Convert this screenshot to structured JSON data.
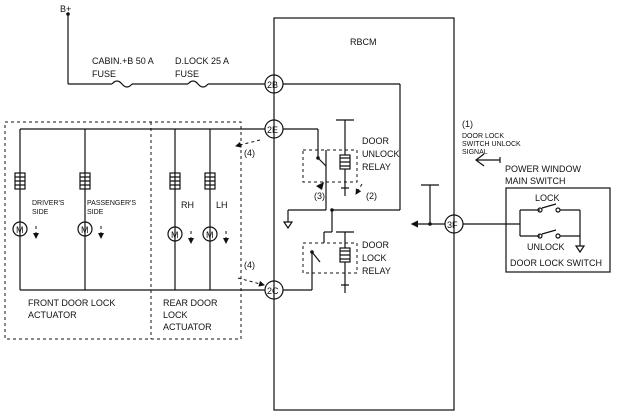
{
  "supply": {
    "label": "B+"
  },
  "ecu": {
    "label": "RBCM"
  },
  "fuses": [
    {
      "name": "CABIN.+B 50 A",
      "unit": "FUSE"
    },
    {
      "name": "D.LOCK 25 A",
      "unit": "FUSE"
    }
  ],
  "connectors": [
    "2B",
    "2E",
    "2C",
    "3F"
  ],
  "relays": {
    "unlock": [
      "DOOR",
      "UNLOCK",
      "RELAY"
    ],
    "lock": [
      "DOOR",
      "LOCK",
      "RELAY"
    ]
  },
  "step_numbers": [
    "(1)",
    "(2)",
    "(3)",
    "(4)",
    "(4)"
  ],
  "signal_text": [
    "DOOR LOCK",
    "SWITCH UNLOCK",
    "SIGNAL"
  ],
  "power_window": [
    "POWER WINDOW",
    "MAIN SWITCH"
  ],
  "door_lock_switch": {
    "title": "DOOR LOCK SWITCH",
    "lock": "LOCK",
    "unlock": "UNLOCK"
  },
  "front_actuator": {
    "driver": [
      "DRIVER'S",
      "SIDE"
    ],
    "passenger": [
      "PASSENGER'S",
      "SIDE"
    ],
    "title": "FRONT DOOR LOCK ACTUATOR"
  },
  "rear_actuator": {
    "rh": "RH",
    "lh": "LH",
    "title": [
      "REAR DOOR",
      "LOCK",
      "ACTUATOR"
    ]
  },
  "motor_symbol": "M"
}
